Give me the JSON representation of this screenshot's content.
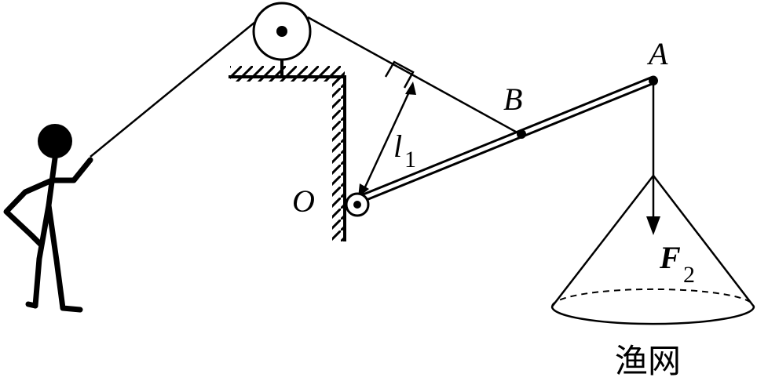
{
  "labels": {
    "point_a": "A",
    "point_b": "B",
    "pivot_o": "O",
    "arm_l": "l",
    "arm_l_sub": "1",
    "force_f": "F",
    "force_f_sub": "2",
    "net_caption": "渔网"
  }
}
